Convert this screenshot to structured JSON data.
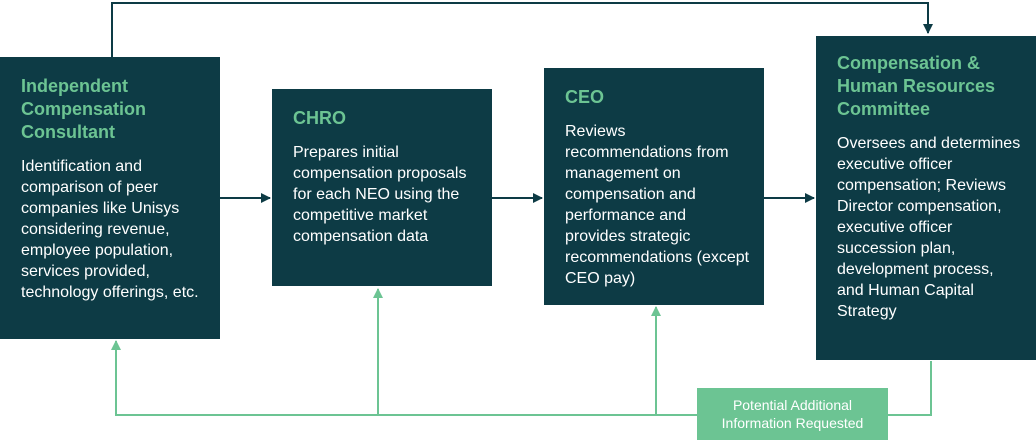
{
  "boxes": {
    "consultant": {
      "title": "Independent Compensation Consultant",
      "body": "Identification and comparison of peer companies like Unisys considering revenue, employee population, services provided, technology offerings, etc."
    },
    "chro": {
      "title": "CHRO",
      "body": "Prepares initial compensation proposals for each NEO using the competitive market compensation data"
    },
    "ceo": {
      "title": "CEO",
      "body": "Reviews recommendations from management on compensation and performance and provides strategic recommendations (except CEO pay)"
    },
    "committee": {
      "title": "Compensation & Human Resources Committee",
      "body": "Oversees and determines executive officer compensation; Reviews Director compensation, executive officer succession plan, development process, and Human Capital Strategy"
    }
  },
  "feedback_label": "Potential Additional\nInformation Requested",
  "colors": {
    "box_fill": "#0d3b45",
    "title_green": "#6cc493",
    "feedback_green": "#6cc493",
    "arrow_dark": "#0d3b45"
  }
}
